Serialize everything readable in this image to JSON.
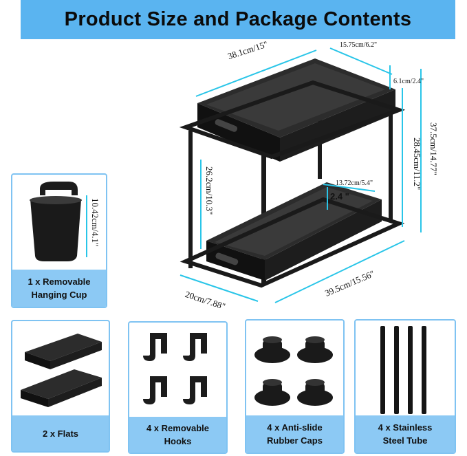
{
  "banner": {
    "title": "Product Size and Package Contents"
  },
  "dimensions": {
    "top_length": "38.1cm/15\"",
    "top_width": "15.75cm/6.2\"",
    "top_depth": "6.1cm/2.4\"",
    "total_height": "37.5cm/14.77\"",
    "inner_height": "28.45cm/11.2\"",
    "tier_gap": "26.2cm/10.3\"",
    "bottom_inner_width": "13.72cm/5.4\"",
    "bottom_depth": "2.4 \"",
    "base_width": "20cm/7.88\"",
    "base_length": "39.5cm/15.56\"",
    "cup_height": "10.42cm/4.1\""
  },
  "cards": {
    "cup": {
      "line1": "1 x Removable",
      "line2": "Hanging Cup"
    },
    "flats": {
      "line1": "2 x Flats"
    },
    "hooks": {
      "line1": "4 x Removable",
      "line2": "Hooks"
    },
    "caps": {
      "line1": "4 x Anti-slide",
      "line2": "Rubber Caps"
    },
    "tubes": {
      "line1": "4 x Stainless",
      "line2": "Steel Tube"
    }
  },
  "colors": {
    "banner": "#5ab4f0",
    "label": "#8cc9f4",
    "dimension_line": "#29c5e8",
    "product": "#141414"
  }
}
